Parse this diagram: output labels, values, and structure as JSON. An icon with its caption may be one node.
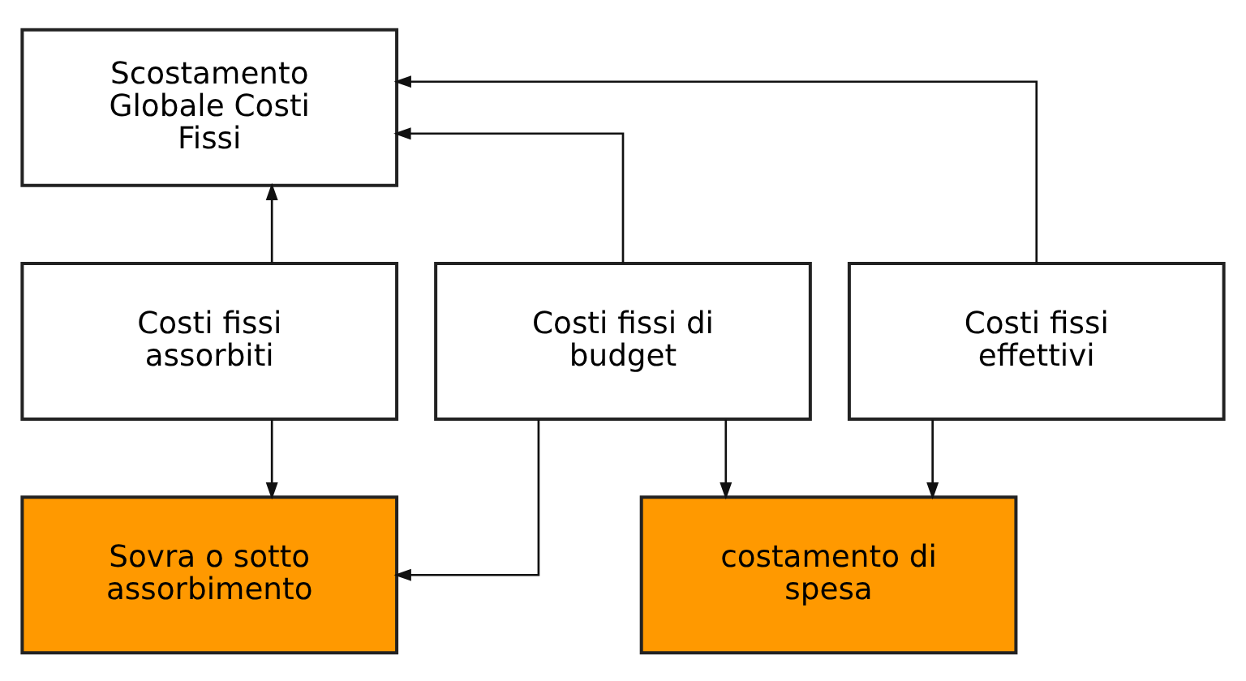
{
  "diagram": {
    "nodes": [
      {
        "text": [
          "Scostamento Globale Costi Fissi"
        ]
      },
      {
        "text": [
          "Costi fissi assorbiti"
        ]
      },
      {
        "text": [
          "Costi fissi di budget"
        ]
      },
      {
        "text": [
          "Costi fissi effettivi"
        ]
      },
      {
        "text": [
          "Sovra o sotto assorbimento"
        ]
      },
      {
        "text": [
          "costamento di spesa"
        ]
      }
    ],
    "edges": [
      {
        "from": 1,
        "to": 0,
        "arrow": "to"
      },
      {
        "from": 2,
        "to": 0,
        "arrow": "to"
      },
      {
        "from": 3,
        "to": 0,
        "arrow": "to"
      },
      {
        "from": 1,
        "to": 4,
        "arrow": "to"
      },
      {
        "from": 2,
        "to": 4,
        "arrow": "to"
      },
      {
        "from": 2,
        "to": 5,
        "arrow": "to"
      },
      {
        "from": 3,
        "to": 5,
        "arrow": "to"
      }
    ]
  }
}
